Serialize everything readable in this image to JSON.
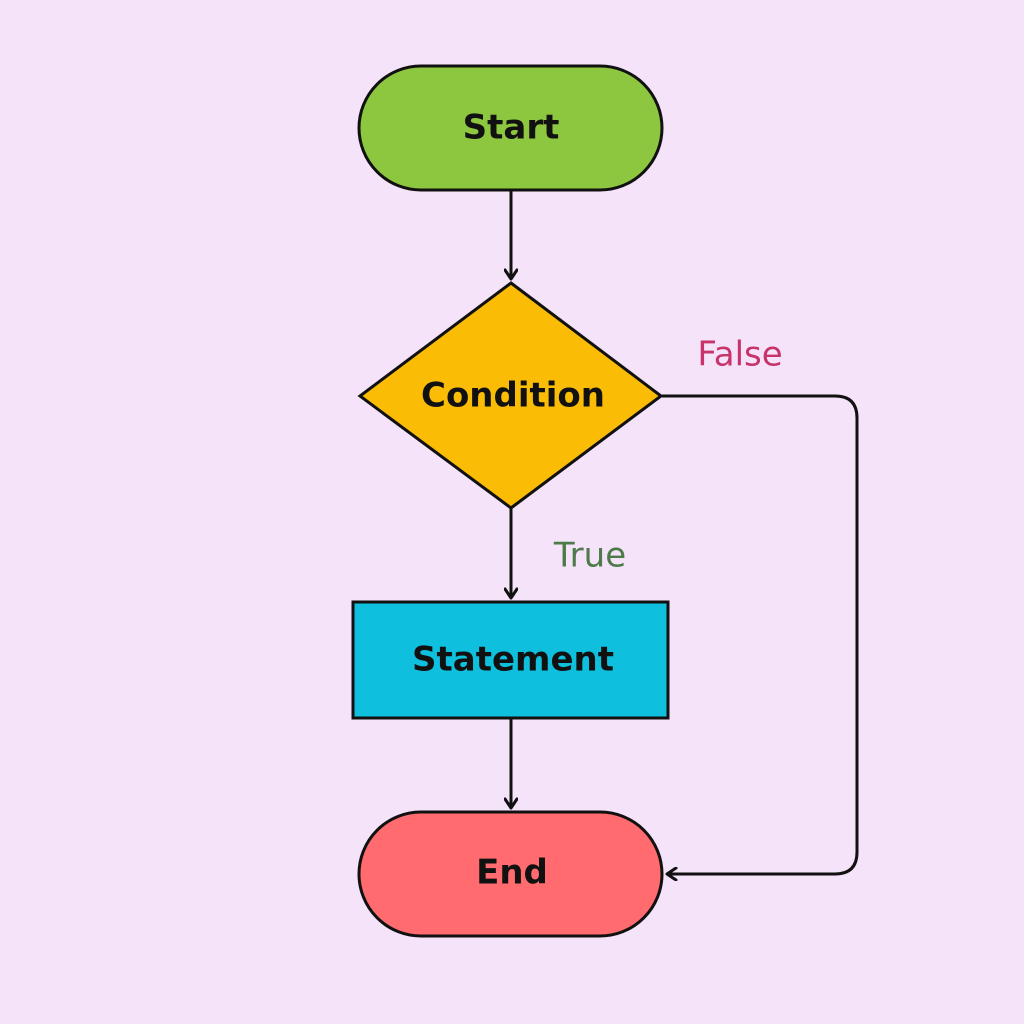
{
  "background_color": "#f5e3fa",
  "nodes": {
    "start": {
      "label": "Start",
      "shape": "terminator",
      "color": "#8dc63f"
    },
    "condition": {
      "label": "Condition",
      "shape": "decision",
      "color": "#fbbc05"
    },
    "statement": {
      "label": "Statement",
      "shape": "process",
      "color": "#0ec0dd"
    },
    "end": {
      "label": "End",
      "shape": "terminator",
      "color": "#ff6b6f"
    }
  },
  "edges": {
    "start_to_condition": {
      "from": "Start",
      "to": "Condition"
    },
    "condition_true": {
      "from": "Condition",
      "to": "Statement",
      "label": "True",
      "label_color": "#4e7a4a"
    },
    "statement_to_end": {
      "from": "Statement",
      "to": "End"
    },
    "condition_false": {
      "from": "Condition",
      "to": "End",
      "label": "False",
      "label_color": "#c8336a"
    }
  }
}
